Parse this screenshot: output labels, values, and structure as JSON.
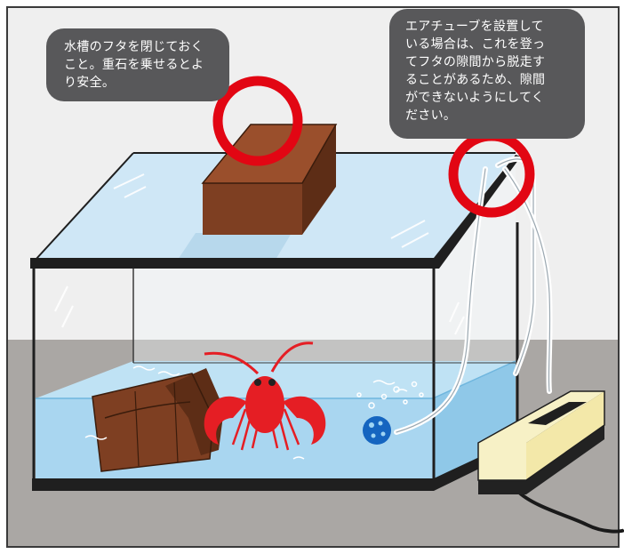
{
  "callouts": {
    "lid_tip": {
      "lines": [
        "水槽のフタを閉じておく",
        "こと。重石を乗せるとよ",
        "り安全。"
      ]
    },
    "tube_tip": {
      "lines": [
        "エアチューブを設置して",
        "いる場合は、これを登っ",
        "てフタの隙間から脱走す",
        "ることがあるため、隙間",
        "ができないようにしてく",
        "ださい。"
      ]
    }
  },
  "colors": {
    "wall": "#efefef",
    "floor": "#aaa7a4",
    "water": "#a9d6f0",
    "glass_lid": "#cfe7f6",
    "frame": "#1f1f1f",
    "brick": "#7e3f22",
    "crayfish": "#e51e24",
    "pump_body": "#f7f1c6",
    "callout_bg": "#58585a",
    "highlight_ring": "#e20613"
  },
  "icons": [
    "aquarium-tank-illustration",
    "weight-brick-icon",
    "shelter-pot-icon",
    "crayfish-icon",
    "air-stone-icon",
    "air-pump-icon",
    "air-tube-icon",
    "highlight-circle-icon"
  ]
}
